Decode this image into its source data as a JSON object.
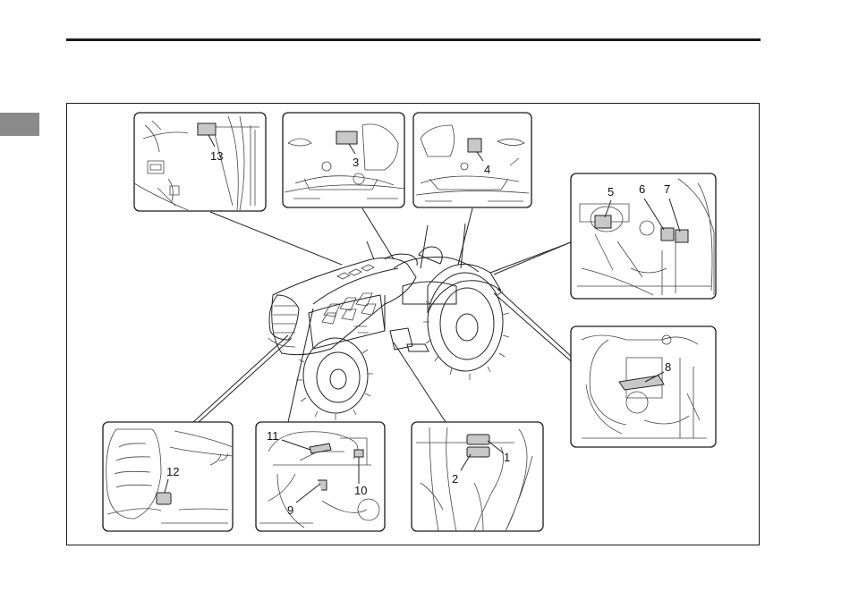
{
  "page": {
    "section_tab_color": "#8a8a8a"
  },
  "figure": {
    "callouts": {
      "c1": "1",
      "c2": "2",
      "c3": "3",
      "c4": "4",
      "c5": "5",
      "c6": "6",
      "c7": "7",
      "c8": "8",
      "c9": "9",
      "c10": "10",
      "c11": "11",
      "c12": "12",
      "c13": "13"
    },
    "detail_views": [
      "label-13-detail",
      "label-3-detail",
      "label-4-detail",
      "label-5-6-7-detail",
      "label-8-detail",
      "label-12-detail",
      "label-9-10-11-detail",
      "label-1-2-detail"
    ]
  }
}
